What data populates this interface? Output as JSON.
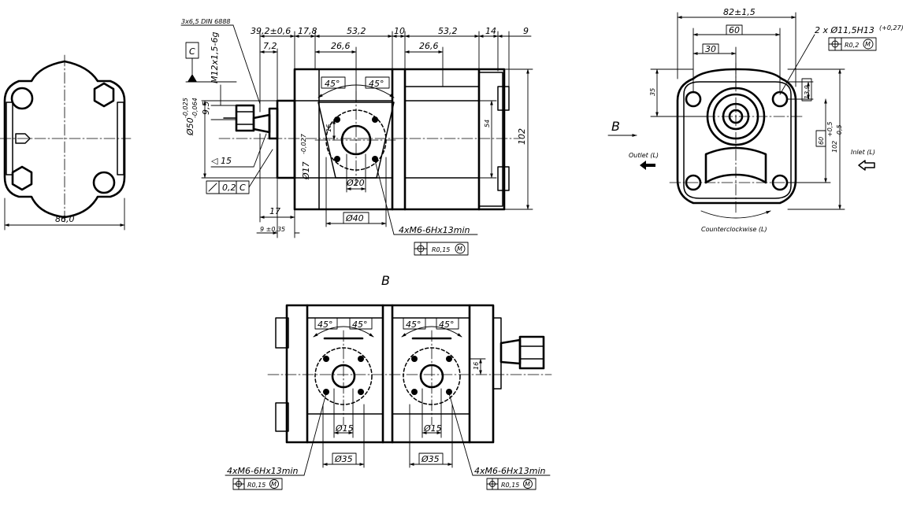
{
  "drawing": {
    "left_view": {
      "width_dim": "86,0"
    },
    "front_view": {
      "key_note": "3x6,5 DIN 6888",
      "datum": "C",
      "thread": "M12x1,5-6g",
      "shaft_dia": "Ø50",
      "shaft_tol_upper": "-0,025",
      "shaft_tol_lower": "-0,064",
      "dim_9_5": "9,5",
      "dim_39_2": "39,2±0,6",
      "dim_17_8": "17,8",
      "dim_53_2_a": "53,2",
      "dim_10": "10",
      "dim_53_2_b": "53,2",
      "dim_14": "14",
      "dim_9_top": "9",
      "dim_7_2": "7,2",
      "dim_26_6_a": "26,6",
      "dim_26_6_b": "26,6",
      "angle_a": "45°",
      "angle_b": "45°",
      "dim_16": "16",
      "dim_54": "54",
      "dim_102": "102",
      "taper": "15",
      "bore": "Ø17",
      "bore_tol": "-0,027",
      "port_dia_20": "Ø20",
      "port_dia_40": "Ø40",
      "runout_tol": "0,2",
      "runout_datum": "C",
      "dim_17": "17",
      "dim_9_035": "9 ±0,35",
      "holes_note": "4xM6-6Hx13min",
      "holes_pos_tol": "R0,15",
      "holes_mod": "M"
    },
    "right_view": {
      "dim_82": "82±1,5",
      "dim_60": "60",
      "dim_30": "30",
      "holes": "2 x Ø11,5H13",
      "holes_tol": "(+0,27)",
      "pos_tol": "R0,2",
      "pos_mod": "M",
      "dim_35": "35",
      "dim_13_9": "13,9",
      "dim_60_v": "60",
      "dim_102_v": "102",
      "dim_102_tol_upper": "+0,5",
      "dim_102_tol_lower": "-0,5",
      "view_letter": "B",
      "outlet": "Outlet (L)",
      "inlet": "Inlet (L)",
      "rotation": "Counterclockwise (L)"
    },
    "bottom_view": {
      "title": "B",
      "angle_a1": "45°",
      "angle_a2": "45°",
      "angle_b1": "45°",
      "angle_b2": "45°",
      "dim_16": "16",
      "port_dia_15_a": "Ø15",
      "port_dia_15_b": "Ø15",
      "port_dia_35_a": "Ø35",
      "port_dia_35_b": "Ø35",
      "holes_note_left": "4xM6-6Hx13min",
      "holes_tol_left": "R0,15",
      "holes_mod_left": "M",
      "holes_note_right": "4xM6-6Hx13min",
      "holes_tol_right": "R0,15",
      "holes_mod_right": "M"
    }
  }
}
